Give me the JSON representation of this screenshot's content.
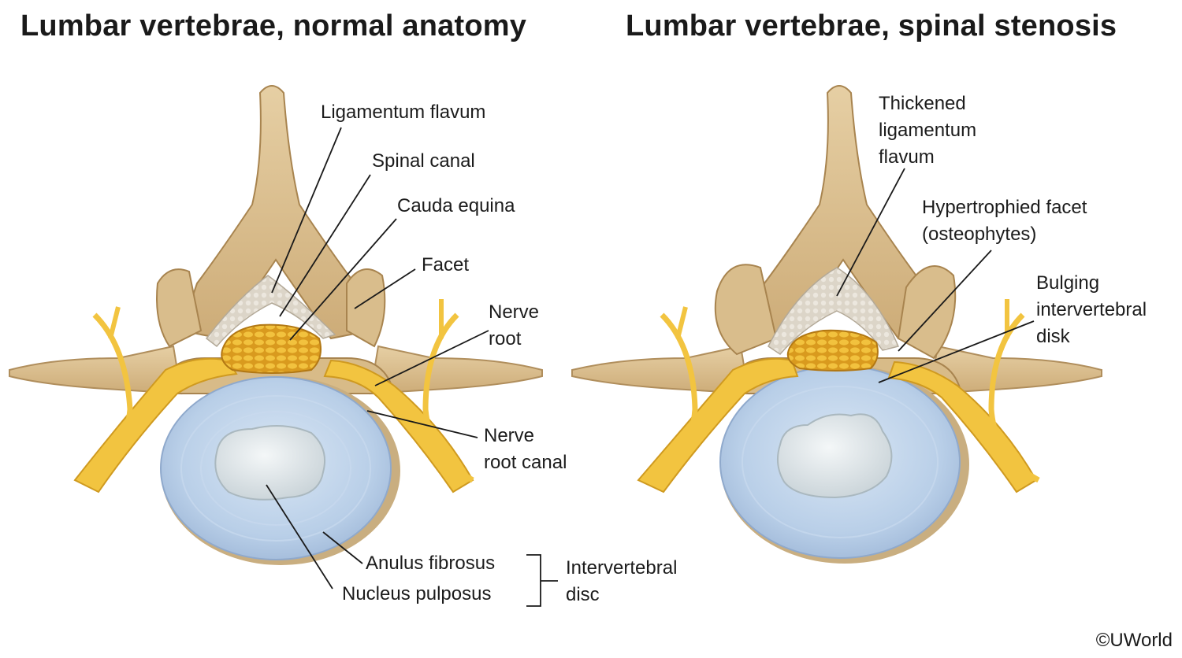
{
  "left_panel": {
    "title": "Lumbar vertebrae, normal anatomy",
    "labels": {
      "ligamentum_flavum": "Ligamentum flavum",
      "spinal_canal": "Spinal canal",
      "cauda_equina": "Cauda equina",
      "facet": "Facet",
      "nerve_root": [
        "Nerve",
        "root"
      ],
      "nerve_root_canal": [
        "Nerve",
        "root canal"
      ],
      "anulus_fibrosus": "Anulus fibrosus",
      "nucleus_pulposus": "Nucleus pulposus",
      "intervertebral_disc": [
        "Intervertebral",
        "disc"
      ]
    }
  },
  "right_panel": {
    "title": "Lumbar vertebrae, spinal stenosis",
    "labels": {
      "thickened_ligamentum_flavum": [
        "Thickened",
        "ligamentum",
        "flavum"
      ],
      "hypertrophied_facet": [
        "Hypertrophied facet",
        "(osteophytes)"
      ],
      "bulging_disk": [
        "Bulging",
        "intervertebral",
        "disk"
      ]
    }
  },
  "copyright": "©UWorld",
  "colors": {
    "bone": "#dcbf8f",
    "bone_shadow": "#b8955f",
    "nerve": "#f3c63f",
    "disc": "#b6cde6",
    "nucleus": "#e6ecef",
    "ligament": "#e3ddd3"
  }
}
